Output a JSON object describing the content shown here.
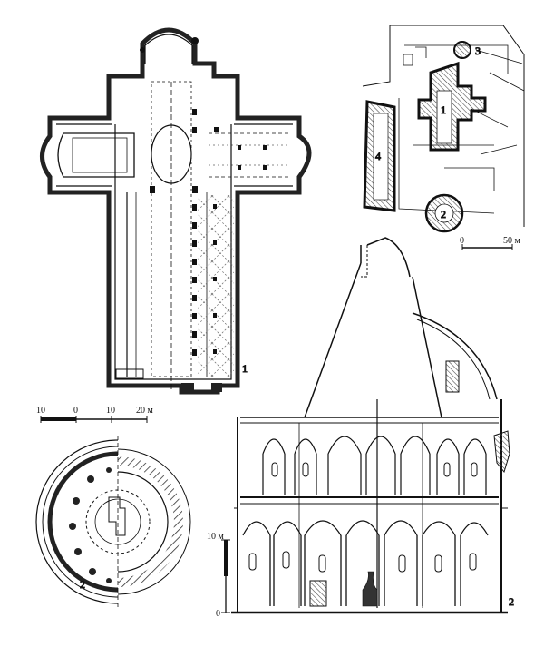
{
  "plate": {
    "figures": [
      {
        "id": "cathedral-plan",
        "number_label": "1"
      },
      {
        "id": "site-plan",
        "building_labels": [
          "1",
          "2",
          "3",
          "4"
        ]
      },
      {
        "id": "baptistery-plan",
        "number_label": "2"
      },
      {
        "id": "baptistery-section",
        "number_label": "2"
      }
    ],
    "scale_bars": {
      "cathedral": {
        "ticks": [
          "10",
          "0",
          "10",
          "20 м"
        ]
      },
      "site": {
        "ticks": [
          "0",
          "50 м"
        ]
      },
      "section": {
        "ticks": [
          "10 м",
          "0"
        ]
      }
    }
  },
  "colors": {
    "ink": "#111111",
    "paper": "#ffffff",
    "hatch": "#555555"
  }
}
